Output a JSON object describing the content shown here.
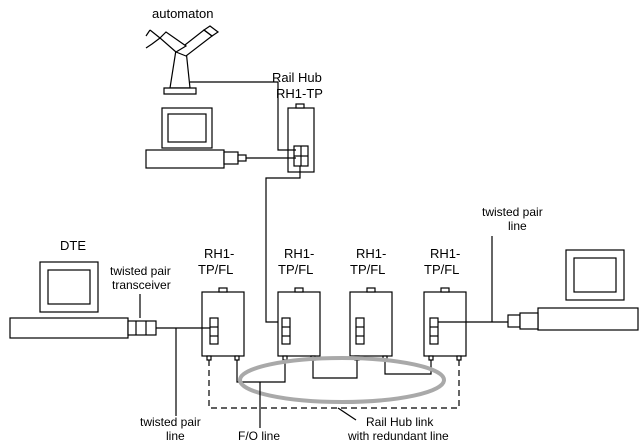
{
  "labels": {
    "automaton": "automaton",
    "rail_hub_line1": "Rail Hub",
    "rail_hub_line2": "RH1-TP",
    "dte": "DTE",
    "tp_transceiver_line1": "twisted pair",
    "tp_transceiver_line2": "transceiver",
    "tp_line_right_line1": "twisted pair",
    "tp_line_right_line2": "line",
    "tp_line_bottom_line1": "twisted pair",
    "tp_line_bottom_line2": "line",
    "fo_line": "F/O line",
    "rh_link_line1": "Rail Hub link",
    "rh_link_line2": "with redundant line"
  },
  "hubs": [
    {
      "line1": "RH1-",
      "line2": "TP/FL"
    },
    {
      "line1": "RH1-",
      "line2": "TP/FL"
    },
    {
      "line1": "RH1-",
      "line2": "TP/FL"
    },
    {
      "line1": "RH1-",
      "line2": "TP/FL"
    }
  ]
}
